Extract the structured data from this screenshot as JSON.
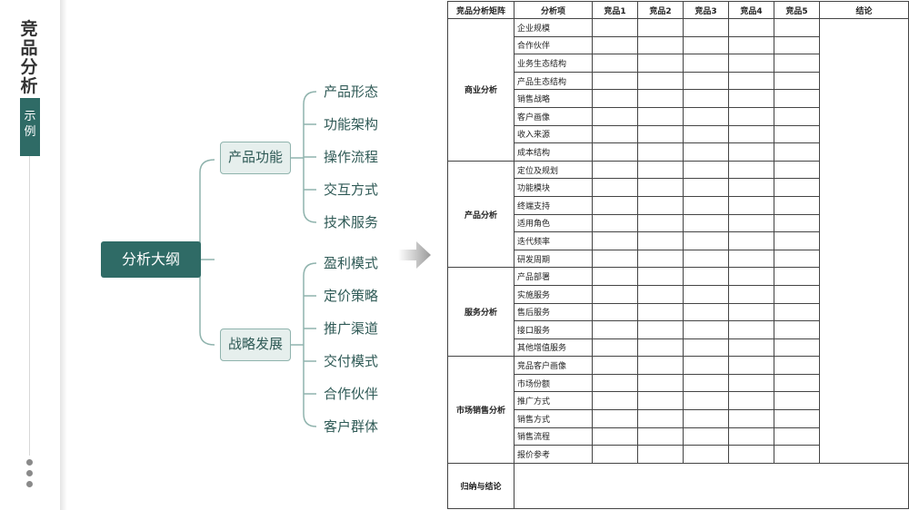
{
  "sidebar": {
    "title": "竞品分析",
    "tag": "示例"
  },
  "mindmap": {
    "root": "分析大纲",
    "groups": [
      {
        "label": "产品功能",
        "items": [
          "产品形态",
          "功能架构",
          "操作流程",
          "交互方式",
          "技术服务"
        ]
      },
      {
        "label": "战略发展",
        "items": [
          "盈利模式",
          "定价策略",
          "推广渠道",
          "交付模式",
          "合作伙伴",
          "客户群体"
        ]
      }
    ]
  },
  "table": {
    "headers": [
      "竞品分析矩阵",
      "分析项",
      "竞品1",
      "竞品2",
      "竞品3",
      "竞品4",
      "竞品5",
      "结论"
    ],
    "sections": [
      {
        "name": "商业分析",
        "items": [
          "企业规模",
          "合作伙伴",
          "业务生态结构",
          "产品生态结构",
          "销售战略",
          "客户画像",
          "收入来源",
          "成本结构"
        ]
      },
      {
        "name": "产品分析",
        "items": [
          "定位及规划",
          "功能模块",
          "终端支持",
          "适用角色",
          "迭代频率",
          "研发周期"
        ]
      },
      {
        "name": "服务分析",
        "items": [
          "产品部署",
          "实施服务",
          "售后服务",
          "接口服务",
          "其他增值服务"
        ]
      },
      {
        "name": "市场销售分析",
        "items": [
          "竞品客户画像",
          "市场份额",
          "推广方式",
          "销售方式",
          "销售流程",
          "报价参考"
        ]
      }
    ],
    "summary_label": "归纳与结论"
  },
  "colors": {
    "accent": "#2f6b66",
    "node_fill": "#e6efed",
    "node_border": "#8fb3ad",
    "text": "#2f5a56"
  }
}
